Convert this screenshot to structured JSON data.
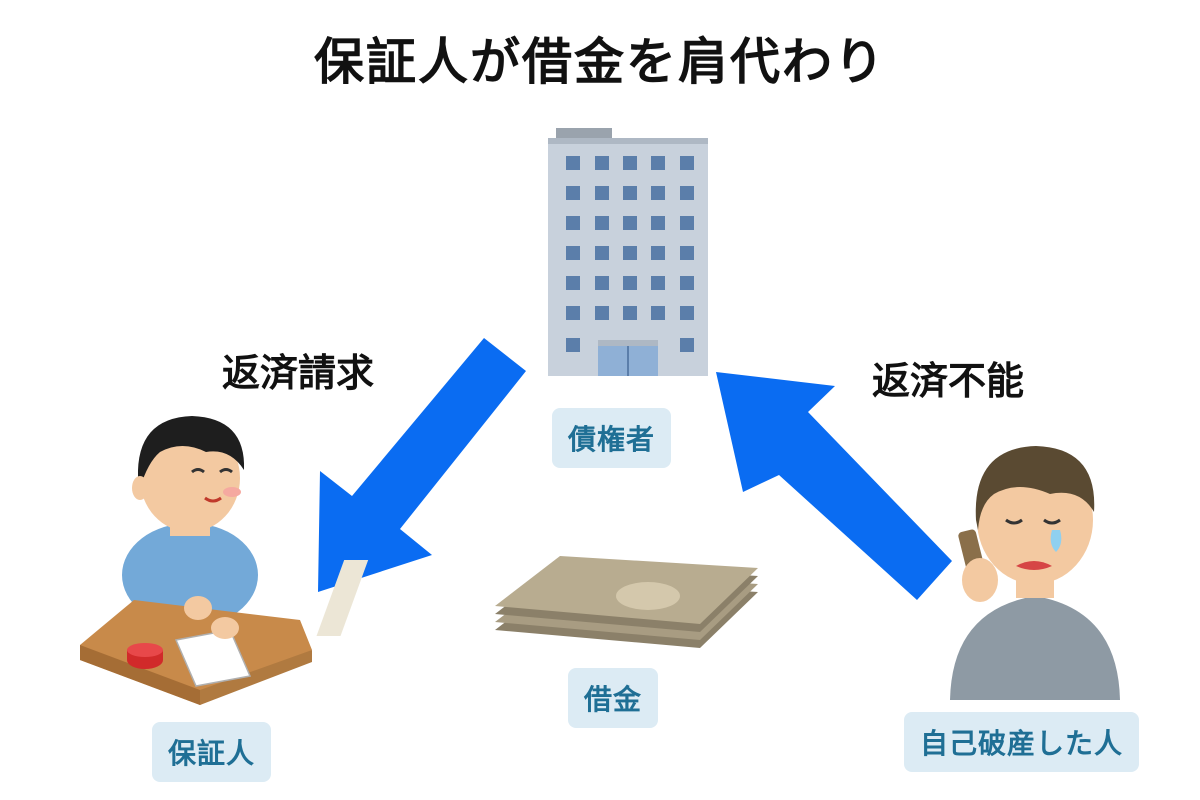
{
  "title": "保証人が借金を肩代わり",
  "edges": {
    "claim": "返済請求",
    "default": "返済不能"
  },
  "nodes": {
    "creditor": "債権者",
    "guarantor": "保証人",
    "debt": "借金",
    "bankrupt": "自己破産した人"
  },
  "colors": {
    "arrow": "#0a6cf2",
    "label_bg": "#dcebf4",
    "label_text": "#1f6f95"
  }
}
